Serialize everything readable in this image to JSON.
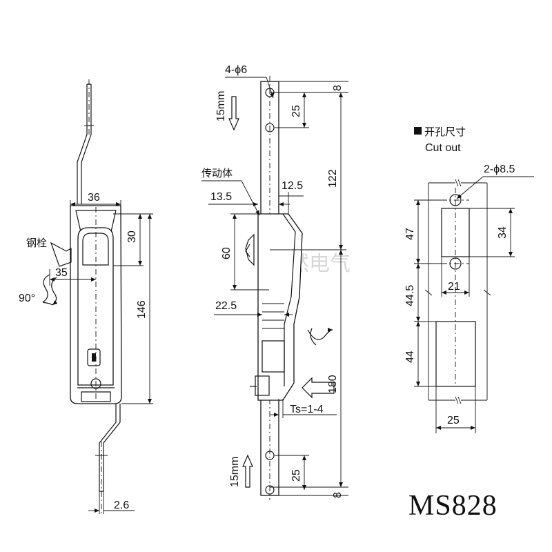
{
  "watermark": "宝然电气",
  "model": "MS828",
  "front_view": {
    "labels": {
      "bolt": "钢栓",
      "rotation": "90°"
    },
    "dims": {
      "width": "36",
      "handle": "30",
      "offset": "35",
      "height": "146",
      "rod": "2.6"
    }
  },
  "side_view": {
    "labels": {
      "hole": "4-ϕ6",
      "stroke_top": "15mm",
      "stroke_bottom": "15mm",
      "driver": "传动体",
      "thickness": "Ts=1-4"
    },
    "dims": {
      "top_gap": "8",
      "top_pitch": "25",
      "d1": "12.5",
      "d2": "13.5",
      "body": "60",
      "total_upper": "122",
      "d3": "22.5",
      "total_lower": "180",
      "bottom_pitch": "25",
      "bottom_gap": "8"
    }
  },
  "cutout": {
    "title_cn": "开孔尺寸",
    "title_en": "Cut out",
    "hole": "2-ϕ8.5",
    "dims": {
      "h1": "47",
      "w1": "34",
      "pitch": "44.5",
      "w2": "21",
      "h2": "44",
      "w3": "25"
    }
  }
}
